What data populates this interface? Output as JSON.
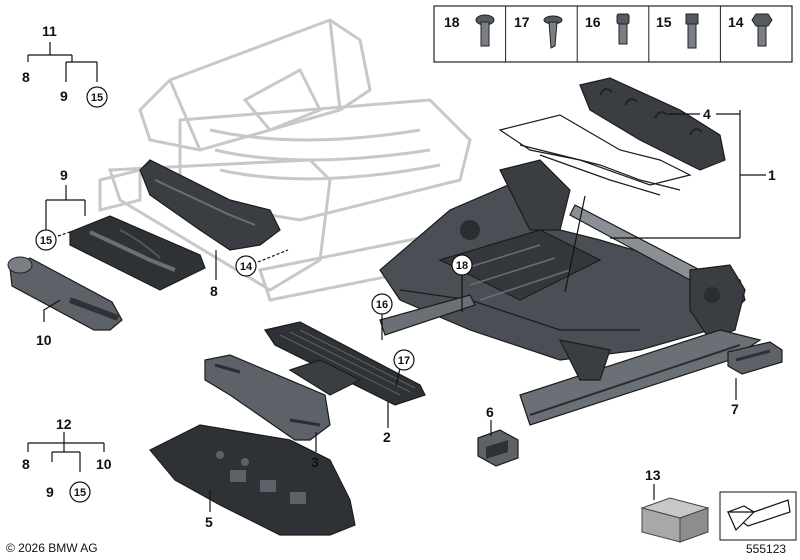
{
  "screw_table": [
    {
      "label": "18"
    },
    {
      "label": "17"
    },
    {
      "label": "16"
    },
    {
      "label": "15"
    },
    {
      "label": "14"
    }
  ],
  "callouts": {
    "p1": "1",
    "p2": "2",
    "p3": "3",
    "p4": "4",
    "p5": "5",
    "p6": "6",
    "p7": "7",
    "p8a": "8",
    "p8b": "8",
    "p8c": "8",
    "p9a": "9",
    "p9b": "9",
    "p9c": "9",
    "p10a": "10",
    "p10b": "10",
    "p11": "11",
    "p12": "12",
    "p13": "13",
    "c14": "14",
    "c15a": "15",
    "c15b": "15",
    "c15c": "15",
    "c16": "16",
    "c17": "17",
    "c18": "18"
  },
  "footer": {
    "copyright": "© 2026 BMW AG",
    "diagram_number": "555123"
  },
  "colors": {
    "part_dark": "#2e3236",
    "part_mid": "#555a60",
    "ghost": "#c8c8c8",
    "box_grey": "#a8a8a8"
  }
}
